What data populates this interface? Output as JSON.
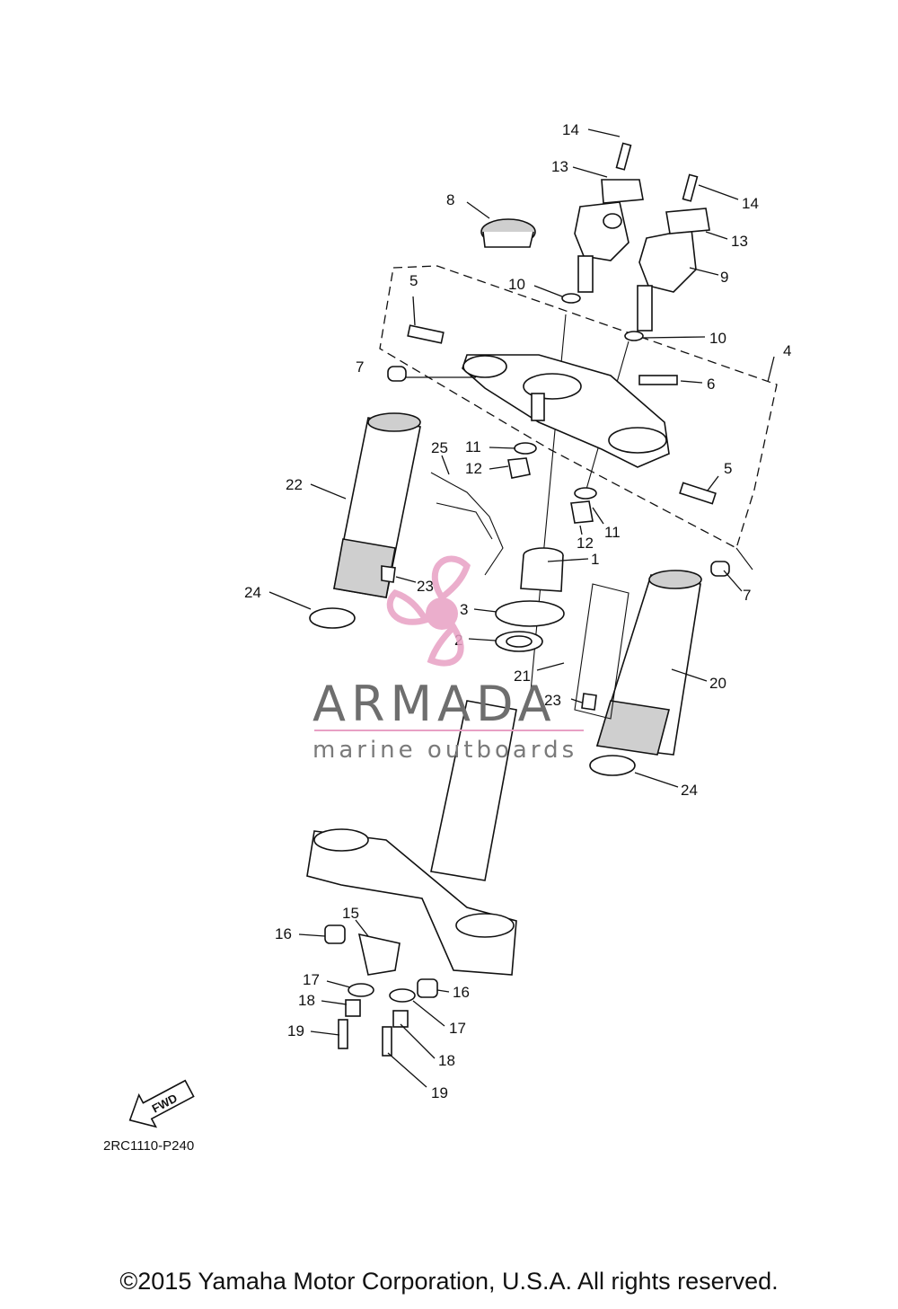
{
  "callouts": [
    "1",
    "2",
    "3",
    "4",
    "5",
    "5",
    "6",
    "7",
    "7",
    "8",
    "9",
    "10",
    "10",
    "11",
    "11",
    "12",
    "12",
    "13",
    "13",
    "14",
    "14",
    "15",
    "16",
    "16",
    "17",
    "17",
    "18",
    "18",
    "19",
    "19",
    "20",
    "21",
    "22",
    "23",
    "23",
    "24",
    "24",
    "25"
  ],
  "fwd_label": "FWD",
  "diagram_code": "2RC1110-P240",
  "watermark": {
    "brand": "ARMADA",
    "tagline": "marine outboards",
    "accent_color": "#e8a0c4",
    "text_color": "#6e6e6e"
  },
  "copyright": "©2015 Yamaha Motor Corporation, U.S.A. All rights reserved."
}
